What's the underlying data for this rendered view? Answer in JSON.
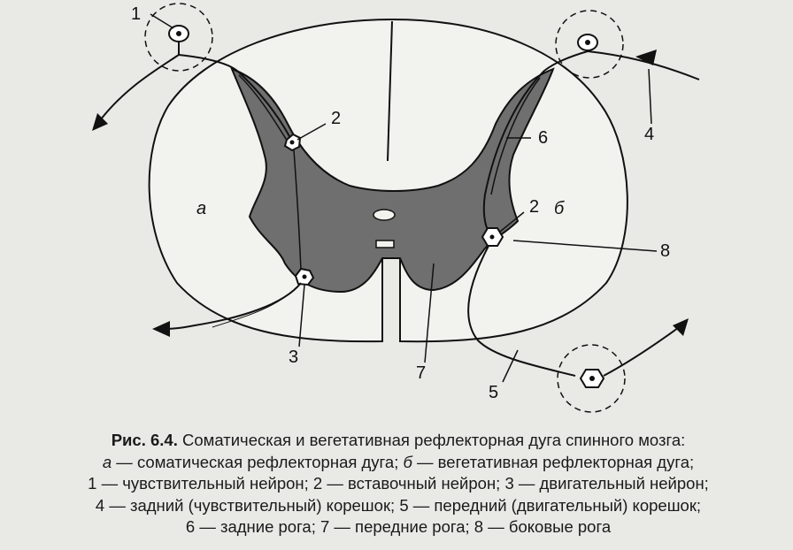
{
  "figure": {
    "side_labels": {
      "left": "а",
      "right": "б"
    },
    "numbers": {
      "n1": "1",
      "n2_left": "2",
      "n2_right": "2",
      "n3": "3",
      "n4": "4",
      "n5": "5",
      "n6": "6",
      "n7": "7",
      "n8": "8"
    }
  },
  "caption": {
    "title": "Рис. 6.4.",
    "title_rest": " Соматическая и вегетативная рефлекторная дуга спинного мозга:",
    "a_letter": "а",
    "a_text": " — соматическая рефлекторная дуга; ",
    "b_letter": "б",
    "b_text": " — вегетативная рефлекторная дуга;",
    "line3": "1 — чувствительный нейрон; 2 — вставочный нейрон; 3 — двигательный нейрон;",
    "line4": "4 — задний (чувствительный) корешок; 5 — передний (двигательный) корешок;",
    "line5": "6 — задние рога; 7 — передние рога; 8 — боковые рога"
  }
}
